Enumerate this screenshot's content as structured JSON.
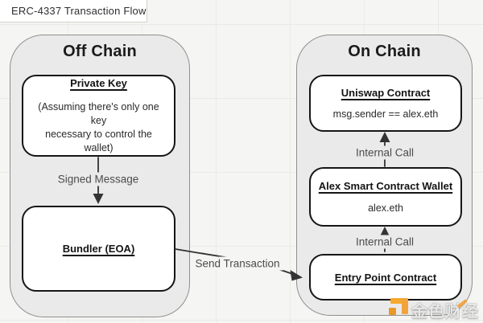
{
  "page": {
    "title": "ERC-4337 Transaction Flow"
  },
  "off_chain": {
    "heading": "Off Chain",
    "nodes": {
      "private_key": {
        "title": "Private Key",
        "body_line1": "(Assuming there's only one key",
        "body_line2": "necessary to control the wallet)"
      },
      "bundler": {
        "title": "Bundler (EOA)"
      }
    },
    "edge_labels": {
      "signed_message": "Signed Message"
    }
  },
  "on_chain": {
    "heading": "On Chain",
    "nodes": {
      "uniswap": {
        "title": "Uniswap Contract",
        "subtitle": "msg.sender == alex.eth"
      },
      "alex_wallet": {
        "title": "Alex Smart Contract Wallet",
        "subtitle": "alex.eth"
      },
      "entry_point": {
        "title": "Entry Point Contract"
      }
    },
    "edge_labels": {
      "internal_call_top": "Internal Call",
      "internal_call_bottom": "Internal Call"
    }
  },
  "edges": {
    "send_transaction": "Send Transaction"
  },
  "watermark": {
    "text": "金色财经"
  },
  "colors": {
    "background": "#f5f5f3",
    "grid_line": "#e9e9e6",
    "region_fill": "#eaeaea",
    "region_border": "#8f8f8f",
    "node_border": "#161616",
    "arrow": "#333333",
    "label_text": "#4c4c4c",
    "watermark_orange": "#f2a33c"
  }
}
